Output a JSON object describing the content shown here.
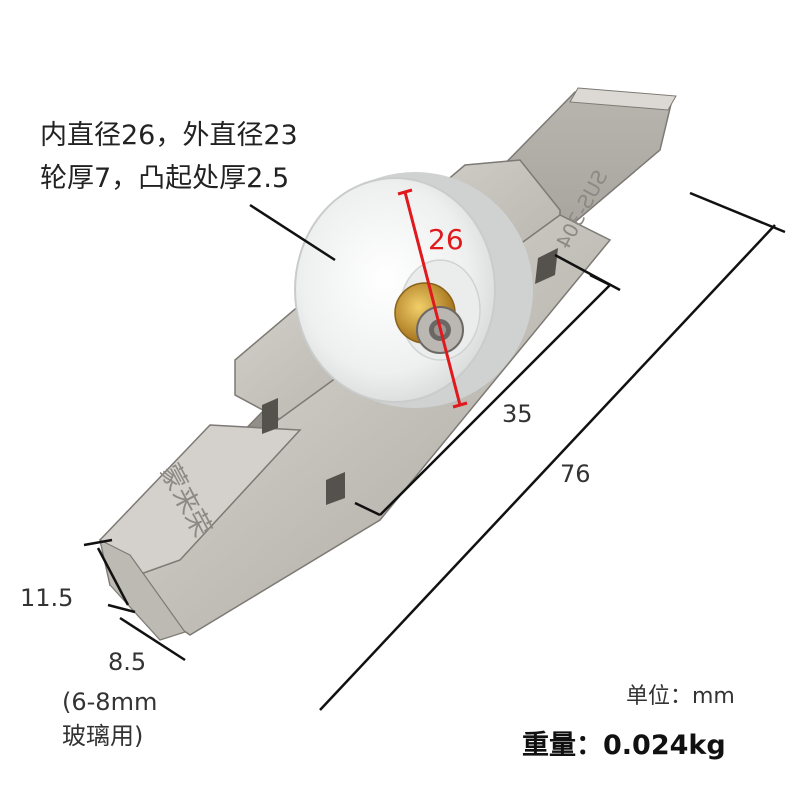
{
  "annotation": {
    "line1": "内直径26，外直径23",
    "line2": "轮厚7，凸起处厚2.5"
  },
  "dimensions": {
    "wheel_diameter": "26",
    "wheel_offset": "35",
    "total_length": "76",
    "height": "11.5",
    "width": "8.5",
    "glass_note_line1": "(6-8mm",
    "glass_note_line2": "玻璃用)"
  },
  "stamp_text": "SUS-304",
  "brand_stamp": "蒙来荣",
  "unit_label": "单位：mm",
  "weight_label": "重量：0.024kg",
  "colors": {
    "metal": "#c9c6c1",
    "metal_dark": "#8f8b86",
    "wheel": "#f4f5f4",
    "brass": "#c8952e",
    "red_dimension": "#e0191e"
  }
}
